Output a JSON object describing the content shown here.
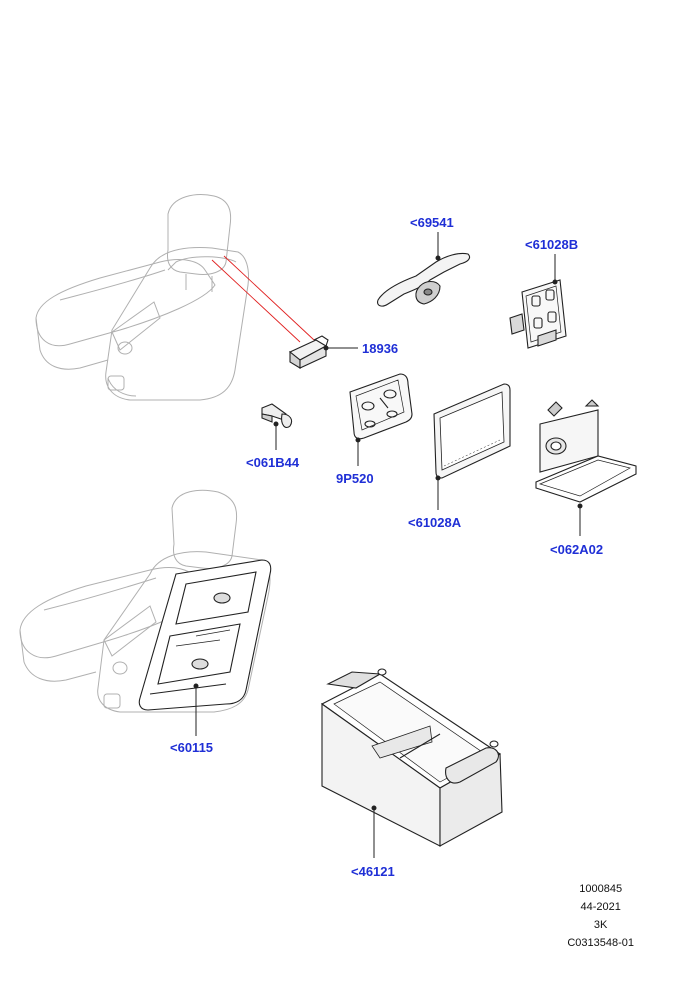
{
  "colors": {
    "label": "#1f2fd6",
    "part_stroke": "#222222",
    "seat_stroke": "#b0b0b0",
    "callout_red": "#e02020"
  },
  "labels": {
    "p69541": "<69541",
    "p61028b": "<61028B",
    "p18936": "18936",
    "p061b44": "<061B44",
    "p9p520": "9P520",
    "p61028a": "<61028A",
    "p062a02": "<062A02",
    "p60115": "<60115",
    "p46121": "<46121"
  },
  "footer": {
    "line1": "1000845",
    "line2": "44-2021",
    "line3": "3K",
    "line4": "C0313548-01"
  }
}
